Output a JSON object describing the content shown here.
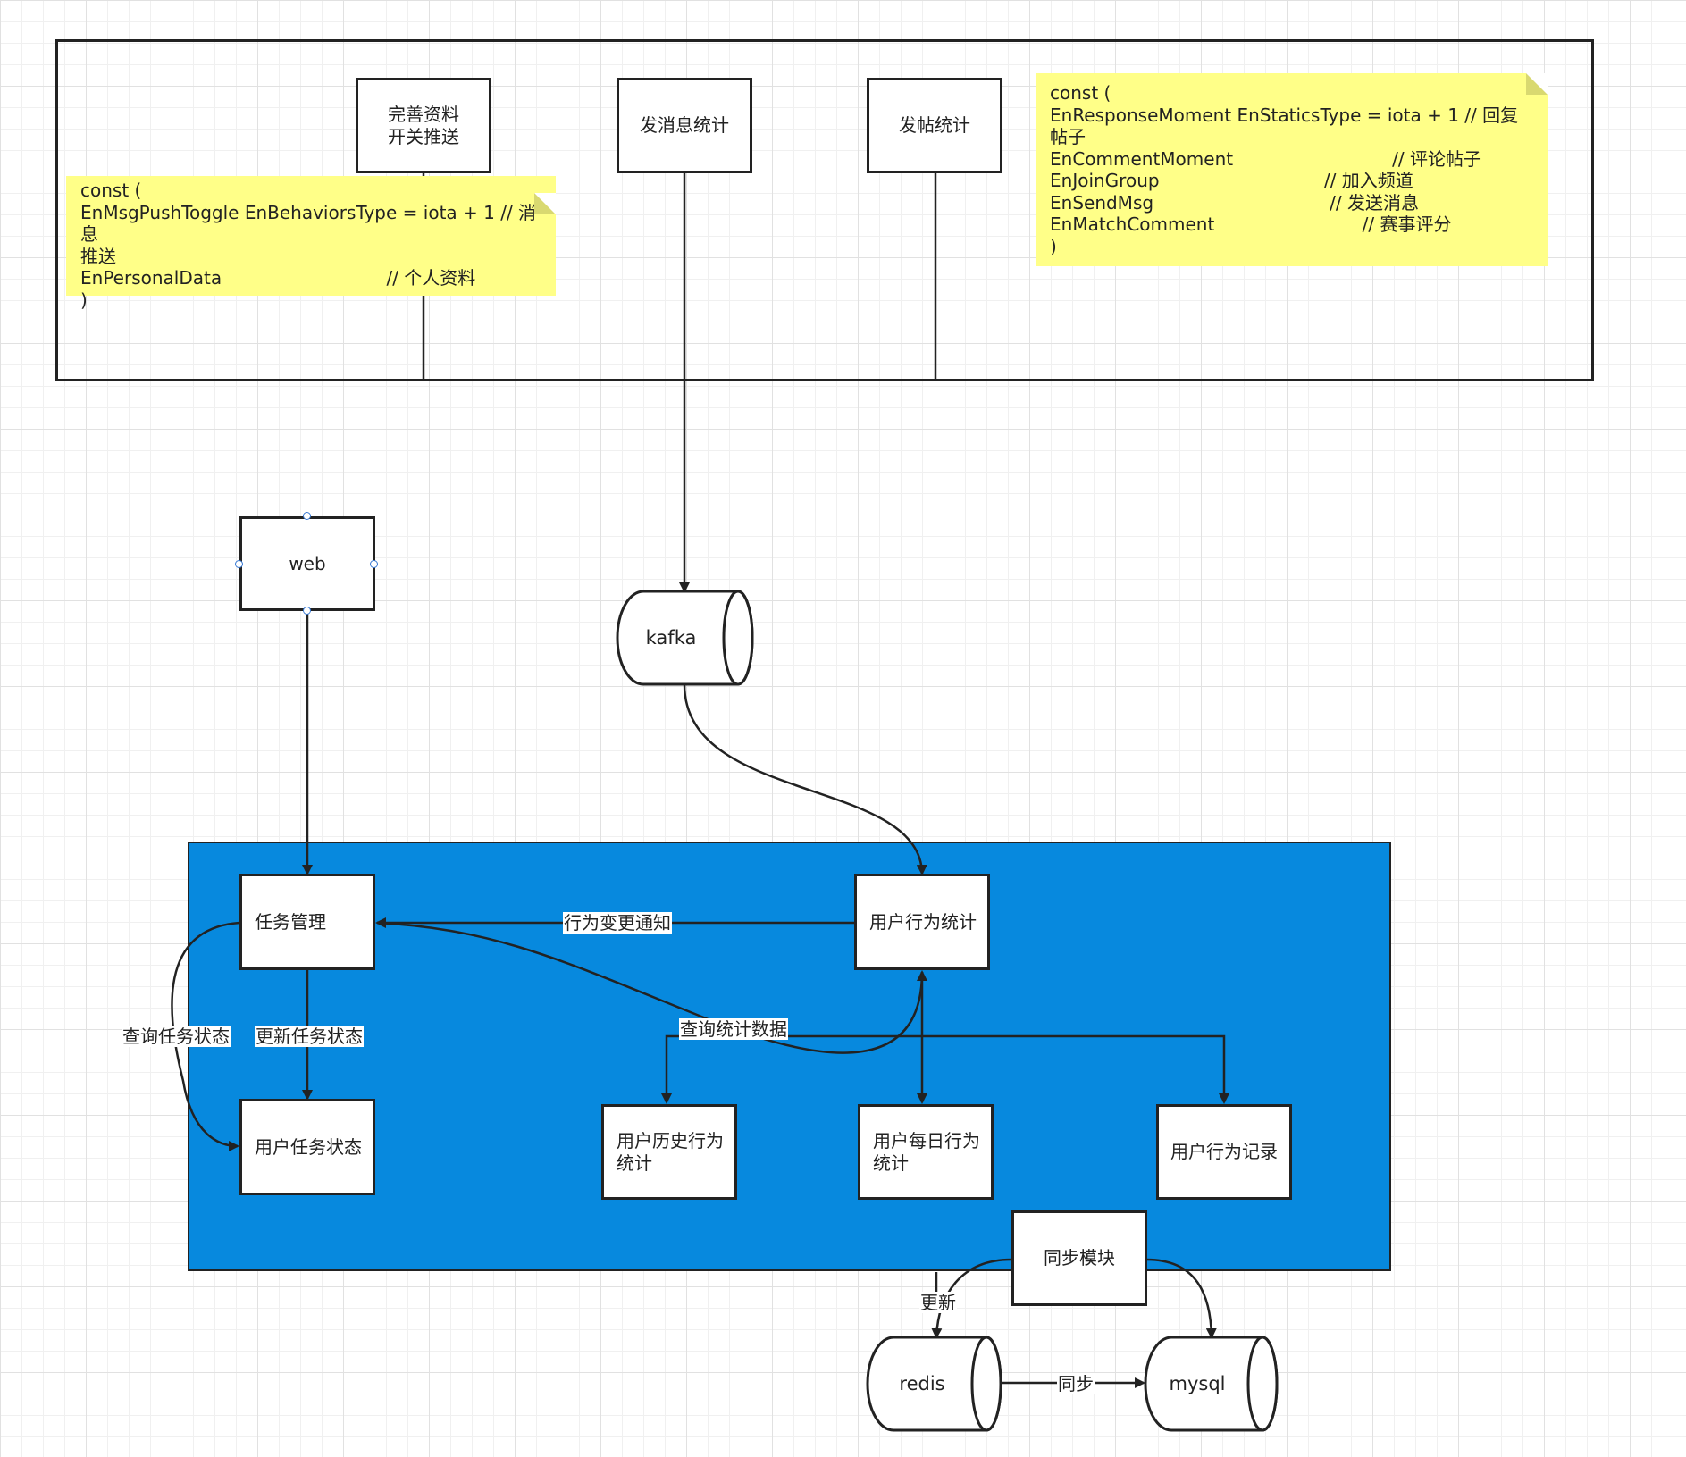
{
  "colors": {
    "container_fill": "#0789de",
    "note_fill": "#ffff88",
    "stroke": "#222222",
    "selection_handle": "#3a7bd5"
  },
  "top_panel": {
    "nodes": {
      "profile_push": "完善资料\n开关推送",
      "send_msg": "发消息统计",
      "post": "发帖统计"
    },
    "note_left": "const (\nEnMsgPushToggle EnBehaviorsType = iota + 1 // 消息\n推送\nEnPersonalData                             // 个人资料\n)",
    "note_right": "const (\nEnResponseMoment EnStaticsType = iota + 1 // 回复帖子\nEnCommentMoment                            // 评论帖子\nEnJoinGroup                             // 加入频道\nEnSendMsg                               // 发送消息\nEnMatchComment                          // 赛事评分\n)"
  },
  "web_node": "web",
  "kafka": "kafka",
  "service": {
    "task_mgmt": "任务管理",
    "user_behavior_stats": "用户行为统计",
    "user_task_status": "用户任务状态",
    "history_stats": "用户历史行为\n统计",
    "daily_stats": "用户每日行为\n统计",
    "behavior_record": "用户行为记录",
    "sync_module": "同步模块"
  },
  "edge_labels": {
    "behavior_change_notify": "行为变更通知",
    "query_task_status": "查询任务状态",
    "update_task_status": "更新任务状态",
    "query_stats_data": "查询统计数据",
    "update": "更新",
    "sync": "同步"
  },
  "storage": {
    "redis": "redis",
    "mysql": "mysql"
  }
}
